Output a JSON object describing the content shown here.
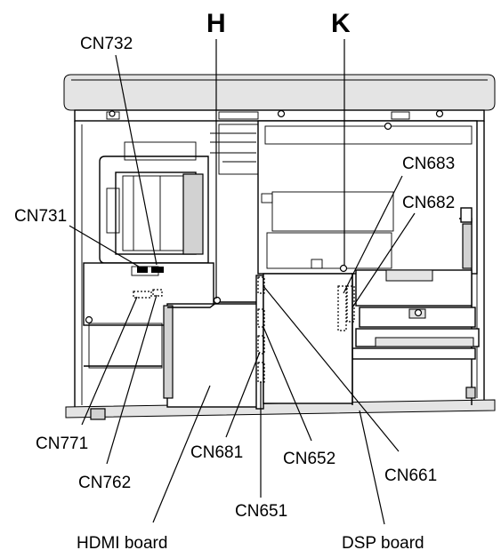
{
  "markers": {
    "h": "H",
    "k": "K"
  },
  "labels": {
    "cn732": "CN732",
    "cn731": "CN731",
    "cn683": "CN683",
    "cn682": "CN682",
    "cn771": "CN771",
    "cn762": "CN762",
    "cn681": "CN681",
    "cn652": "CN652",
    "cn661": "CN661",
    "cn651": "CN651",
    "hdmi_board": "HDMI board",
    "dsp_board": "DSP board"
  }
}
